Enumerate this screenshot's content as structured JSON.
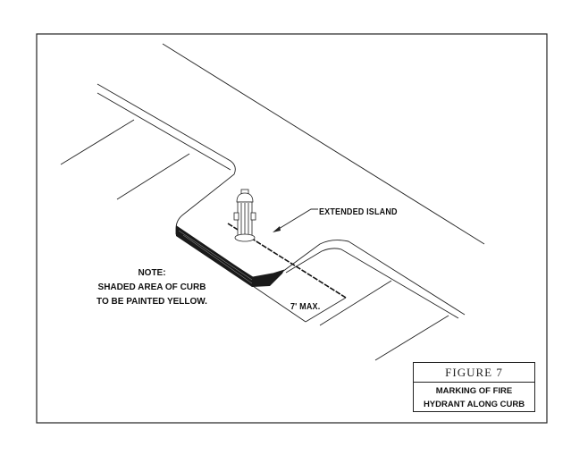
{
  "labels": {
    "extended_island": "EXTENDED ISLAND",
    "dimension": "7' MAX.",
    "note_title": "NOTE:",
    "note_line1": "SHADED AREA OF CURB",
    "note_line2": "TO BE PAINTED YELLOW."
  },
  "figure": {
    "title": "FIGURE 7",
    "caption_line1": "MARKING OF FIRE",
    "caption_line2": "HYDRANT ALONG CURB"
  }
}
